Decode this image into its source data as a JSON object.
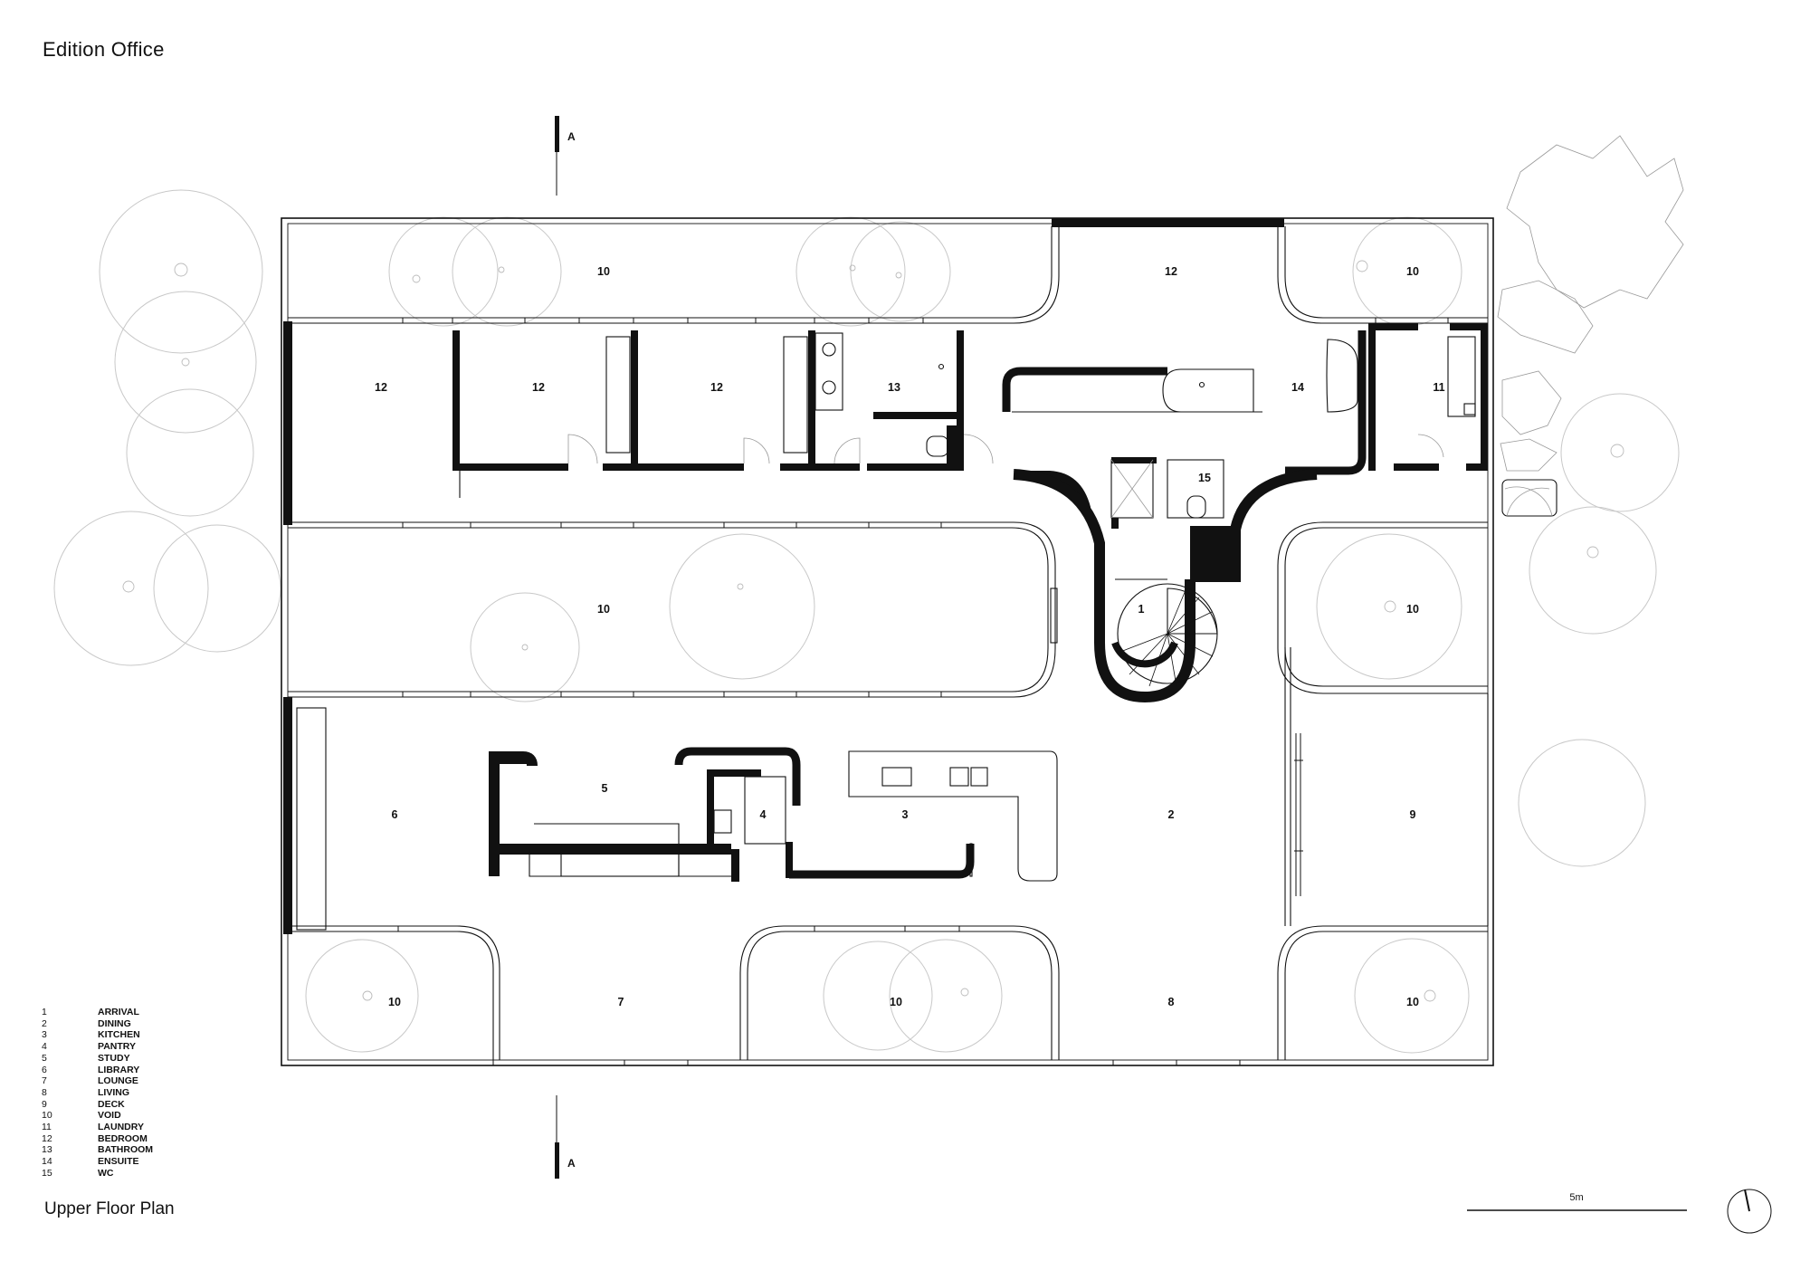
{
  "header": {
    "firm": "Edition Office"
  },
  "footer": {
    "title": "Upper Floor Plan",
    "scale_label": "5m"
  },
  "section_marker": {
    "top_label": "A",
    "bottom_label": "A"
  },
  "legend": [
    {
      "num": "1",
      "name": "ARRIVAL"
    },
    {
      "num": "2",
      "name": "DINING"
    },
    {
      "num": "3",
      "name": "KITCHEN"
    },
    {
      "num": "4",
      "name": "PANTRY"
    },
    {
      "num": "5",
      "name": "STUDY"
    },
    {
      "num": "6",
      "name": "LIBRARY"
    },
    {
      "num": "7",
      "name": "LOUNGE"
    },
    {
      "num": "8",
      "name": "LIVING"
    },
    {
      "num": "9",
      "name": "DECK"
    },
    {
      "num": "10",
      "name": "VOID"
    },
    {
      "num": "11",
      "name": "LAUNDRY"
    },
    {
      "num": "12",
      "name": "BEDROOM"
    },
    {
      "num": "13",
      "name": "BATHROOM"
    },
    {
      "num": "14",
      "name": "ENSUITE"
    },
    {
      "num": "15",
      "name": "WC"
    }
  ],
  "room_tags": [
    "10",
    "12",
    "10",
    "12",
    "12",
    "12",
    "13",
    "14",
    "11",
    "15",
    "10",
    "1",
    "10",
    "6",
    "5",
    "4",
    "3",
    "2",
    "9",
    "10",
    "7",
    "10",
    "8",
    "10"
  ]
}
